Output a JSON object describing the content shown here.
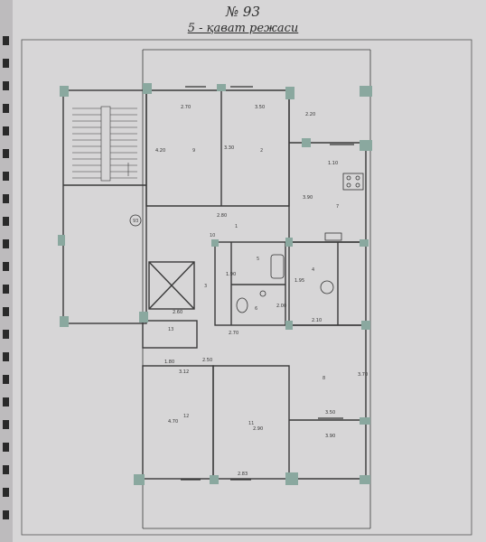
{
  "header": {
    "number": "№ 93",
    "floor_title": "5 - қават режаси"
  },
  "rooms": [
    "1",
    "2",
    "3",
    "4",
    "5",
    "6",
    "7",
    "8",
    "9",
    "10",
    "11",
    "12",
    "13"
  ],
  "labels": {
    "stair_mark": "93"
  },
  "dimensions": [
    "2.70",
    "2.80",
    "3.50",
    "4.20",
    "3.30",
    "1.10",
    "3.90",
    "2.20",
    "2.10",
    "1.90",
    "1.80",
    "2.60",
    "3.70",
    "2.50",
    "3.12",
    "4.70",
    "2.83",
    "2.90",
    "3.50",
    "3.90",
    "1.95",
    "2.00",
    "2.70"
  ],
  "colors": {
    "wall": "#8aa89f",
    "line": "#3a3a3a",
    "paper": "#d7d6d7"
  }
}
